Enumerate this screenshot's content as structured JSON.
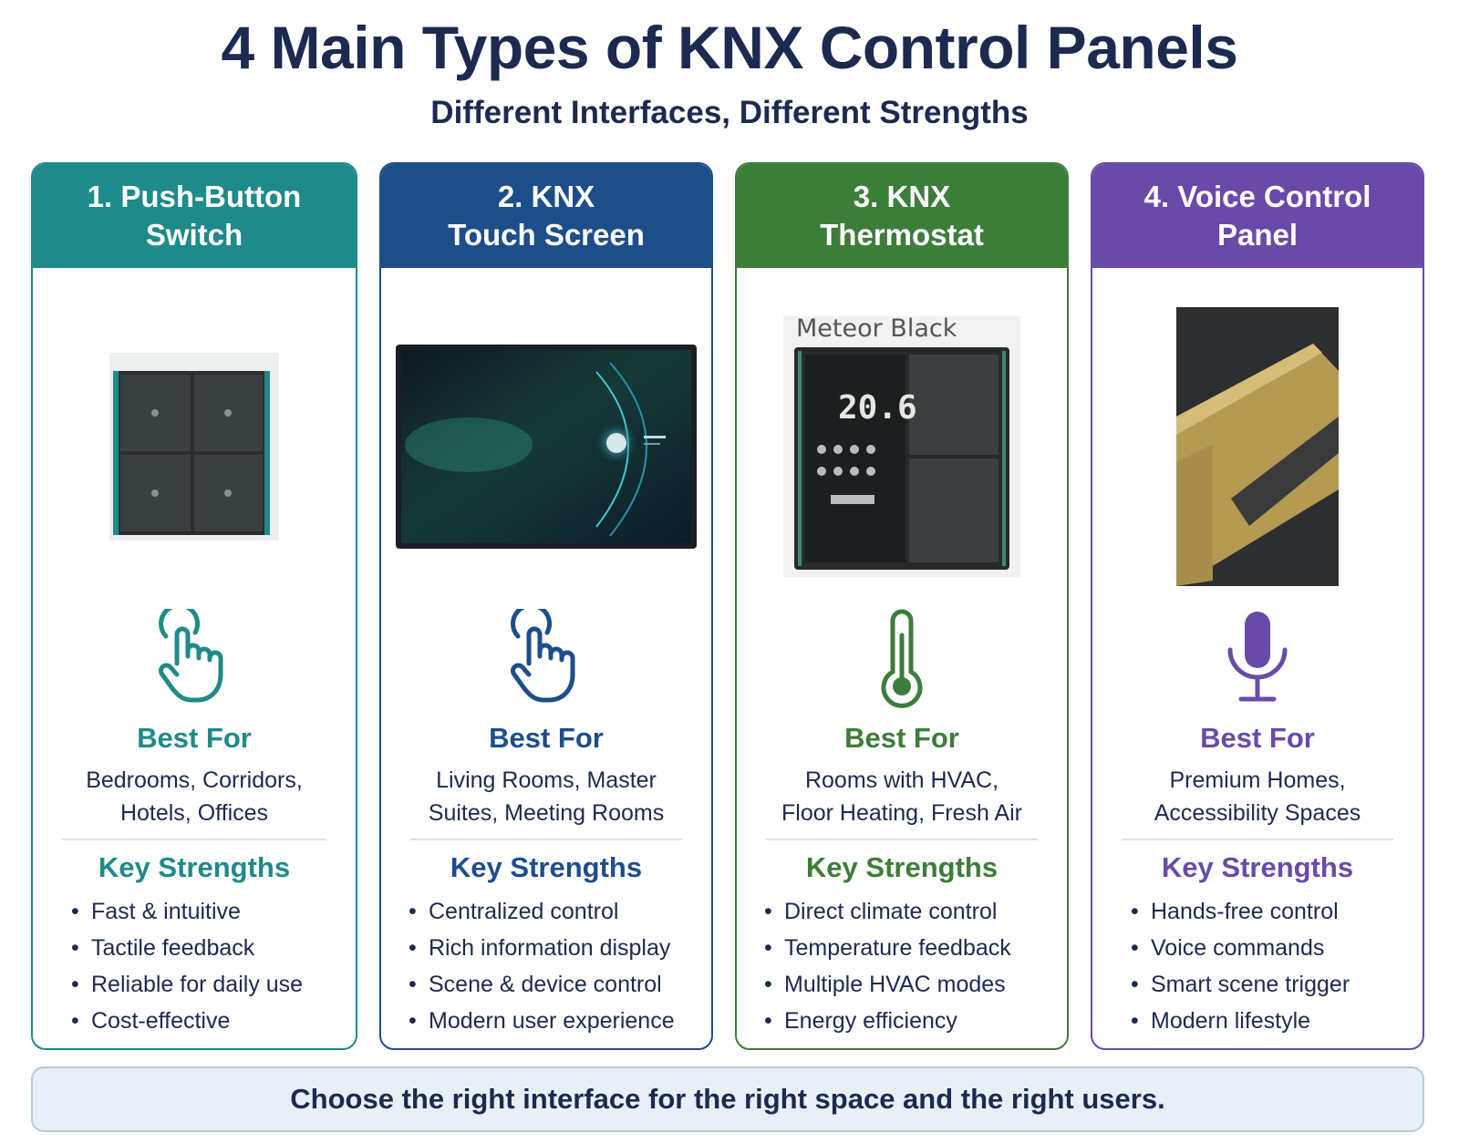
{
  "header": {
    "title": "4 Main Types of KNX Control Panels",
    "subtitle": "Different Interfaces, Different Strengths"
  },
  "cards": [
    {
      "heading": "1. Push-Button\nSwitch",
      "color": "#1f8a8a",
      "product_image": "four-button-knx-switch",
      "product_caption": "",
      "icon": "hand-pointer-icon",
      "best_for_title": "Best For",
      "best_for_text": "Bedrooms, Corridors,\nHotels, Offices",
      "key_strengths_title": "Key Strengths",
      "key_strengths": [
        "Fast & intuitive",
        "Tactile feedback",
        "Reliable for daily use",
        "Cost-effective"
      ]
    },
    {
      "heading": "2. KNX\nTouch Screen",
      "color": "#1d4e8a",
      "product_image": "knx-touch-screen-panel",
      "product_caption": "",
      "icon": "hand-pointer-icon",
      "best_for_title": "Best For",
      "best_for_text": "Living Rooms, Master\nSuites, Meeting Rooms",
      "key_strengths_title": "Key Strengths",
      "key_strengths": [
        "Centralized control",
        "Rich information display",
        "Scene & device control",
        "Modern user experience"
      ]
    },
    {
      "heading": "3. KNX\nThermostat",
      "color": "#3d7d3a",
      "product_image": "knx-thermostat-panel",
      "product_caption": "Meteor Black",
      "thermostat_reading": "20.6",
      "icon": "thermometer-icon",
      "best_for_title": "Best For",
      "best_for_text": "Rooms with HVAC,\nFloor Heating, Fresh Air",
      "key_strengths_title": "Key Strengths",
      "key_strengths": [
        "Direct climate control",
        "Temperature feedback",
        "Multiple HVAC modes",
        "Energy efficiency"
      ]
    },
    {
      "heading": "4. Voice Control\nPanel",
      "color": "#6a4aa8",
      "product_image": "voice-control-panel-gold",
      "product_caption": "",
      "icon": "microphone-icon",
      "best_for_title": "Best For",
      "best_for_text": "Premium Homes,\nAccessibility Spaces",
      "key_strengths_title": "Key Strengths",
      "key_strengths": [
        "Hands-free control",
        "Voice commands",
        "Smart scene trigger",
        "Modern lifestyle"
      ]
    }
  ],
  "footer": {
    "text": "Choose the right interface for the right space and the right users."
  }
}
